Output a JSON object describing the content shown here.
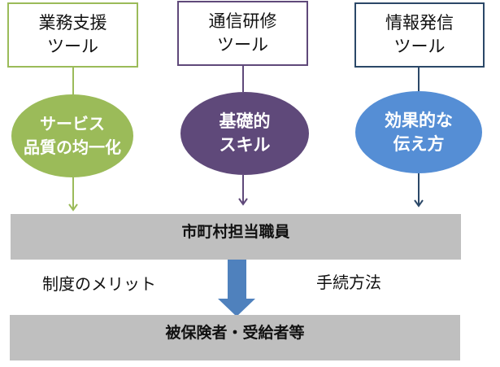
{
  "tools": [
    {
      "title_line1": "業務支援",
      "title_line2": "ツール",
      "color": "#9bbb59",
      "outcome_line1": "サービス",
      "outcome_line2": "品質の均一化"
    },
    {
      "title_line1": "通信研修",
      "title_line2": "ツール",
      "color": "#5f497a",
      "outcome_line1": "基礎的",
      "outcome_line2": "スキル"
    },
    {
      "title_line1": "情報発信",
      "title_line2": "ツール",
      "color": "#558ed5",
      "outcome_line1": "効果的な",
      "outcome_line2": "伝え方"
    }
  ],
  "staff_bar": {
    "label": "市町村担当職員"
  },
  "flow": {
    "left_label": "制度のメリット",
    "right_label": "手続方法",
    "arrow_color": "#4f81bd"
  },
  "recipient_bar": {
    "label": "被保険者・受給者等"
  },
  "colors": {
    "bar_gray": "#bfbfbf",
    "box3_border": "#2b4868",
    "arrow3_line": "#2b4868"
  }
}
